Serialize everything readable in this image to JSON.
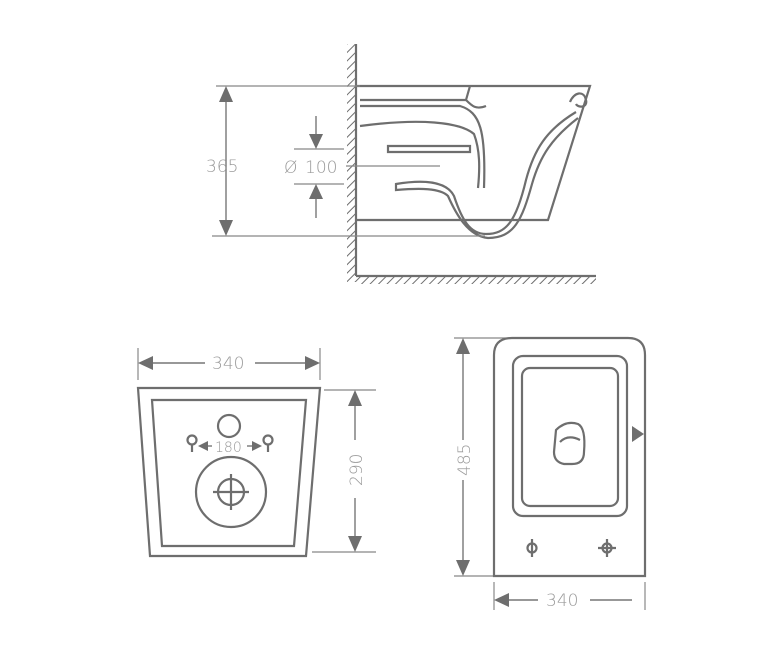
{
  "dimensions": {
    "side_height": "365",
    "pipe_diameter_symbol": "Ø",
    "pipe_diameter": "100",
    "front_width": "340",
    "front_height": "290",
    "bolt_spacing": "180",
    "top_length": "485",
    "top_width": "340"
  },
  "colors": {
    "line": "#6e6e6e",
    "text": "#9a9a9a"
  }
}
